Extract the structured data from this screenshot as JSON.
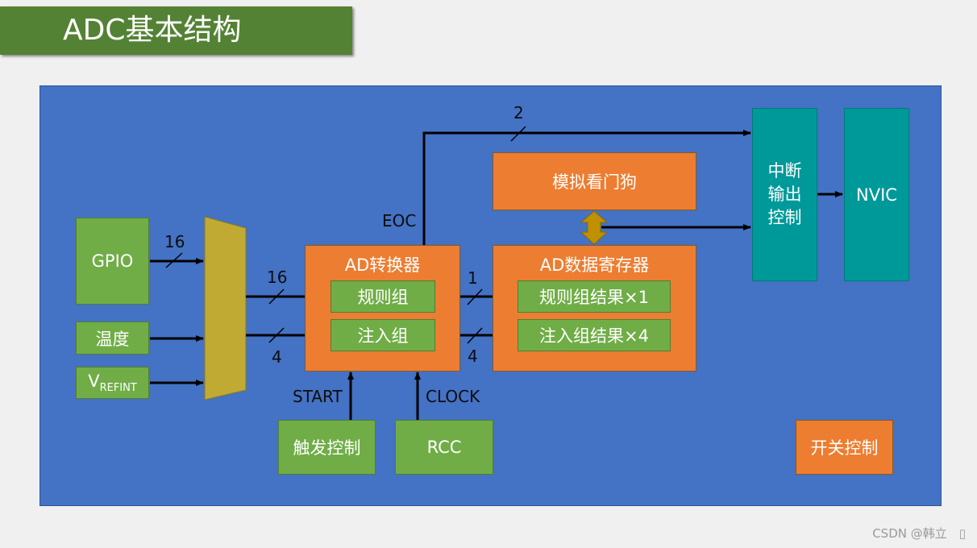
{
  "title": "ADC基本结构",
  "inputs": {
    "gpio": "GPIO",
    "temperature": "温度",
    "vrefint_main": "V",
    "vrefint_sub": "REFINT"
  },
  "converter": {
    "title": "AD转换器",
    "regular_group": "规则组",
    "injected_group": "注入组"
  },
  "data_register": {
    "title": "AD数据寄存器",
    "regular_result": "规则组结果×1",
    "injected_result": "注入组结果×4"
  },
  "watchdog": "模拟看门狗",
  "interrupt_output": [
    "中断",
    "输出",
    "控制"
  ],
  "nvic": "NVIC",
  "trigger_control": "触发控制",
  "rcc": "RCC",
  "switch_control": "开关控制",
  "signal_labels": {
    "gpio_width": "16",
    "mux_regular_width": "16",
    "mux_injected_width": "4",
    "reg_result_width": "1",
    "inj_result_width": "4",
    "eoc_width": "2",
    "eoc": "EOC",
    "start": "START",
    "clock": "CLOCK"
  },
  "colors": {
    "title_bg": "#548235",
    "canvas_bg": "#4472c4",
    "green_box": "#70ad47",
    "orange_box": "#ed7d31",
    "teal_box": "#009999",
    "mux": "#c0aa33",
    "bidir_arrow": "#bf9000"
  },
  "watermark": "CSDN @韩立　▯"
}
